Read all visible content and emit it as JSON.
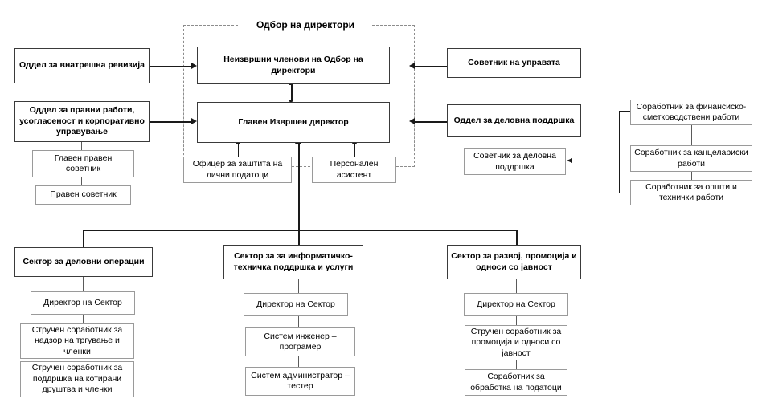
{
  "chart_data": {
    "type": "diagram",
    "diagram_kind": "organizational-chart",
    "title": "Одбор на директори"
  },
  "group": {
    "board_frame_title": "Одбор на директори"
  },
  "nodes": {
    "internal_audit": "Оддел за внатрешна ревизија",
    "legal_dept": "Оддел за правни работи, усогласеност  и корпоративно управување",
    "chief_legal_advisor": "Главен правен советник",
    "legal_advisor": "Правен советник",
    "non_exec_members": "Неизвршни членови на Одбор на директори",
    "ceo": "Главен Извршен директор",
    "dpo": "Офицер за заштита на лични податоци",
    "personal_assistant": "Персонален асистент",
    "management_advisor": "Советник на управата",
    "business_support_dept": "Оддел за деловна поддршка",
    "business_support_advisor": "Советник за деловна поддршка",
    "assoc_finance": "Соработник за финансиско-сметководствени работи",
    "assoc_office": "Соработник за канцелариски работи",
    "assoc_general": "Соработник за општи и технички работи",
    "sector_business_ops": "Сектор за деловни операции",
    "sector_it": "Сектор за за информатичко-техничка поддршка и услуги",
    "sector_dev_pr": "Сектор за развој,  промоција и односи со јавност",
    "director_1": "Директор на Сектор",
    "director_2": "Директор на Сектор",
    "director_3": "Директор на Сектор",
    "ops_assoc_trade": "Стручен соработник за надзор на тргување и членки",
    "ops_assoc_listed": "Стручен соработник за поддршка на котирани друштва и  членки",
    "it_engineer": "Систем инженер – програмер",
    "it_admin": "Систем администратор – тестер",
    "pr_assoc": "Стручен соработник за промоција и односи со јавност",
    "data_assoc": "Соработник за обработка на податоци"
  },
  "colors": {
    "primary_border": "#3a3a3a",
    "secondary_border": "#9a9a9a",
    "dashed_border": "#8d8d8d",
    "connector": "#1a1a1a",
    "background": "#ffffff",
    "text": "#000000"
  }
}
